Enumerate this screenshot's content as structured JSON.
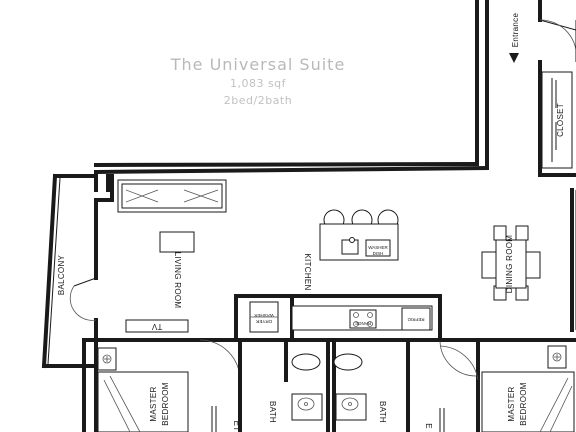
{
  "header": {
    "title": "The Universal Suite",
    "area": "1,083 sqf",
    "layout": "2bed/2bath"
  },
  "rooms": {
    "entrance": "Entrance",
    "closet": "CLOSET",
    "balcony": "BALCONY",
    "living_room": "LIVING ROOM",
    "kitchen": "KITCHEN",
    "dining_room": "DINING ROOM",
    "master_bedroom_left_line1": "MASTER",
    "master_bedroom_left_line2": "BEDROOM",
    "bath_left": "BATH",
    "bath_right": "BATH",
    "master_bedroom_right_line1": "MASTER",
    "master_bedroom_right_line2": "BEDROOM",
    "closet_partial_left": "ET",
    "closet_partial_right": "E"
  },
  "fixtures": {
    "tv": "TV",
    "washer": "WASHER",
    "dryer": "DRYER",
    "range": "RANGE",
    "refrigerator": "REFRIG",
    "island_washer": "WASHER",
    "island_dish": "DISH"
  },
  "colors": {
    "wall": "#1a1a1a",
    "title": "#b9b9b9"
  }
}
